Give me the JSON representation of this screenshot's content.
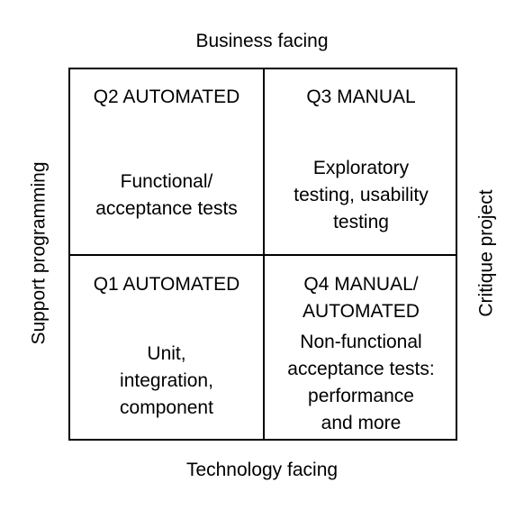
{
  "axes": {
    "top": "Business facing",
    "bottom": "Technology facing",
    "left": "Support programming",
    "right": "Critique project"
  },
  "quadrants": {
    "q2": {
      "title": [
        "Q2 AUTOMATED"
      ],
      "body": [
        "Functional/",
        "acceptance tests"
      ]
    },
    "q3": {
      "title": [
        "Q3 MANUAL"
      ],
      "body": [
        "Exploratory",
        "testing, usability",
        "testing"
      ]
    },
    "q1": {
      "title": [
        "Q1 AUTOMATED"
      ],
      "body": [
        "Unit,",
        "integration,",
        "component"
      ]
    },
    "q4": {
      "title": [
        "Q4 MANUAL/",
        "AUTOMATED"
      ],
      "body": [
        "Non-functional",
        "acceptance tests:",
        "performance",
        "and more"
      ]
    }
  }
}
